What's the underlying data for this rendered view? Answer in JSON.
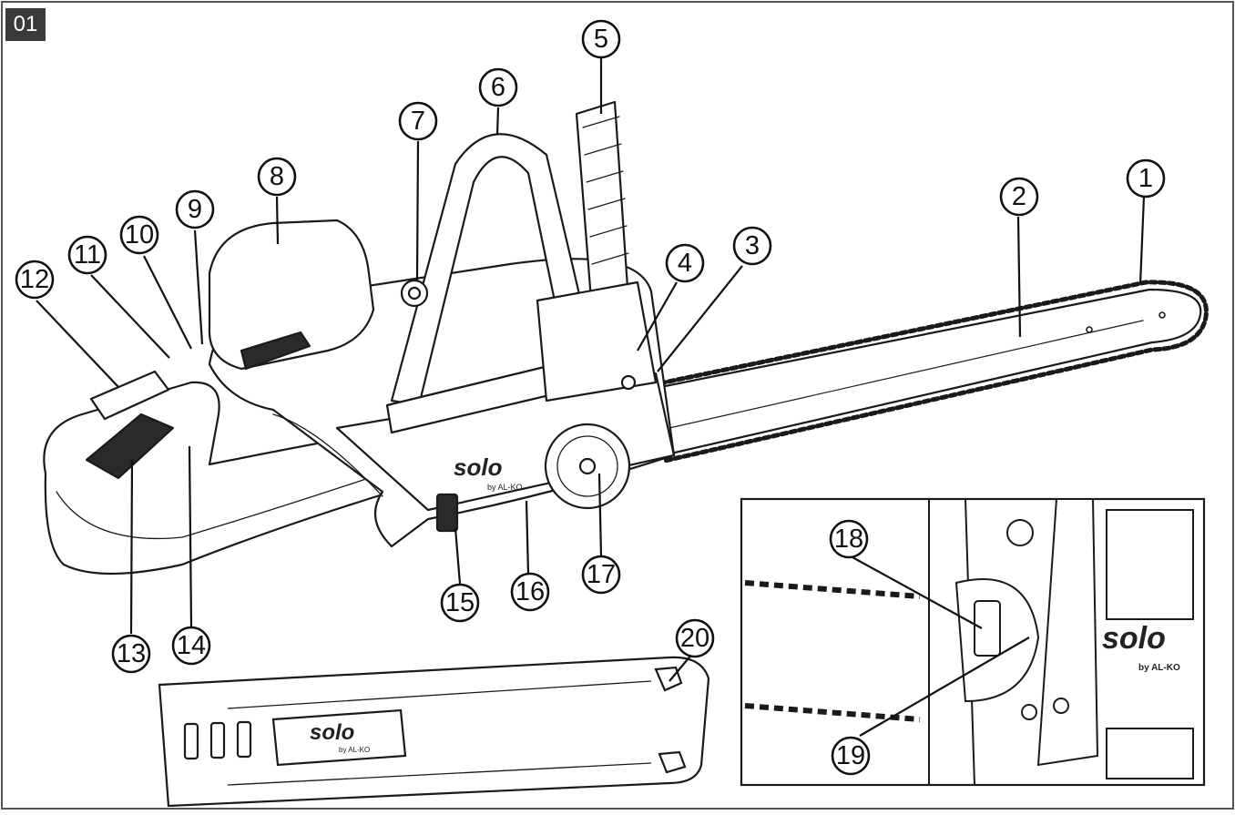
{
  "figure_number": "01",
  "callouts": [
    "1",
    "2",
    "3",
    "4",
    "5",
    "6",
    "7",
    "8",
    "9",
    "10",
    "11",
    "12",
    "13",
    "14",
    "15",
    "16",
    "17",
    "18",
    "19",
    "20"
  ],
  "branding": {
    "logo_text": "solo",
    "logo_sub": "by AL-KO",
    "logo_sub_inset": "by AL-KO"
  }
}
